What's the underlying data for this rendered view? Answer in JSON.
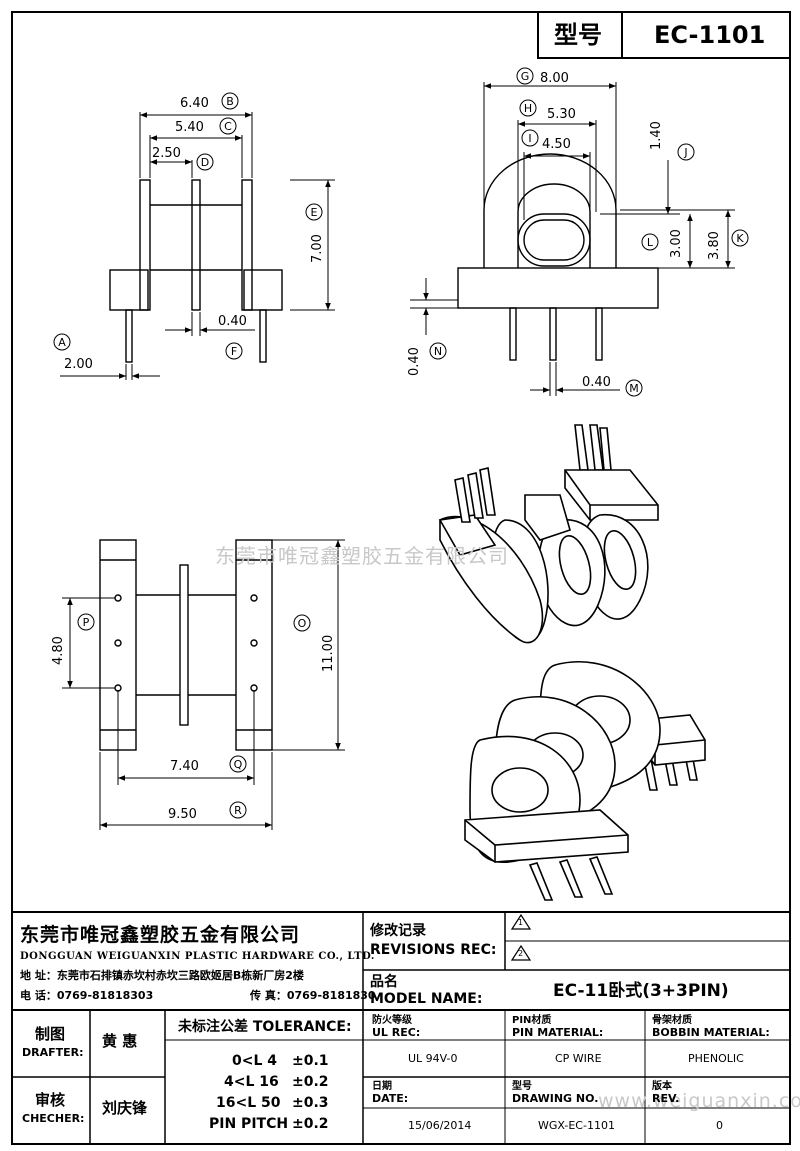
{
  "header": {
    "type_label": "型号",
    "model": "EC-1101"
  },
  "dimensions": {
    "G": "8.00",
    "H": "5.30",
    "I": "4.50",
    "J": "1.40",
    "K": "3.80",
    "L": "3.00",
    "B": "6.40",
    "C": "5.40",
    "D": "2.50",
    "E": "7.00",
    "F": "0.40",
    "A": "2.00",
    "N": "0.40",
    "M": "0.40",
    "P": "4.80",
    "O": "11.00",
    "Q": "7.40",
    "R": "9.50"
  },
  "circle_labels": [
    "A",
    "B",
    "C",
    "D",
    "E",
    "F",
    "G",
    "H",
    "I",
    "J",
    "K",
    "L",
    "M",
    "N",
    "O",
    "P",
    "Q",
    "R"
  ],
  "watermark": "东莞市唯冠鑫塑胶五金有限公司",
  "watermark_url": "www.weiguanxin.com",
  "company": {
    "name_cn": "东莞市唯冠鑫塑胶五金有限公司",
    "name_en": "DONGGUAN WEIGUANXIN PLASTIC HARDWARE CO., LTD.",
    "address": "地  址：东莞市石排镇赤坎村赤坎三路欧姬居B栋新厂房2楼",
    "phone": "电  话：0769-81818303",
    "fax": "传  真：0769-8181830"
  },
  "revisions": {
    "label_cn": "修改记录",
    "label_en": "REVISIONS REC:",
    "marks": [
      "1",
      "2"
    ]
  },
  "model_name": {
    "label_cn": "品名",
    "label_en": "MODEL NAME:",
    "value": "EC-11卧式(3+3PIN)"
  },
  "drafter": {
    "label_cn": "制图",
    "label_en": "DRAFTER:",
    "value": "黄  惠"
  },
  "checker": {
    "label_cn": "审核",
    "label_en": "CHECHER:",
    "value": "刘庆锋"
  },
  "tolerance": {
    "label": "未标注公差 TOLERANCE:",
    "rows": [
      {
        "range": "0<L   4",
        "value": "±0.1"
      },
      {
        "range": "4<L   16",
        "value": "±0.2"
      },
      {
        "range": "16<L   50",
        "value": "±0.3"
      },
      {
        "range": "PIN PITCH",
        "value": "±0.2"
      }
    ]
  },
  "specs": {
    "ul_label_cn": "防火等级",
    "ul_label_en": "UL REC:",
    "ul_value": "UL 94V-0",
    "pin_label_cn": "PIN材质",
    "pin_label_en": "PIN MATERIAL:",
    "pin_value": "CP WIRE",
    "bobbin_label_cn": "骨架材质",
    "bobbin_label_en": "BOBBIN MATERIAL:",
    "bobbin_value": "PHENOLIC",
    "date_label_cn": "日期",
    "date_label_en": "DATE:",
    "date_value": "15/06/2014",
    "dwg_label_cn": "型号",
    "dwg_label_en": "DRAWING NO.",
    "dwg_value": "WGX-EC-1101",
    "rev_label_cn": "版本",
    "rev_label_en": "REV.",
    "rev_value": "0"
  }
}
